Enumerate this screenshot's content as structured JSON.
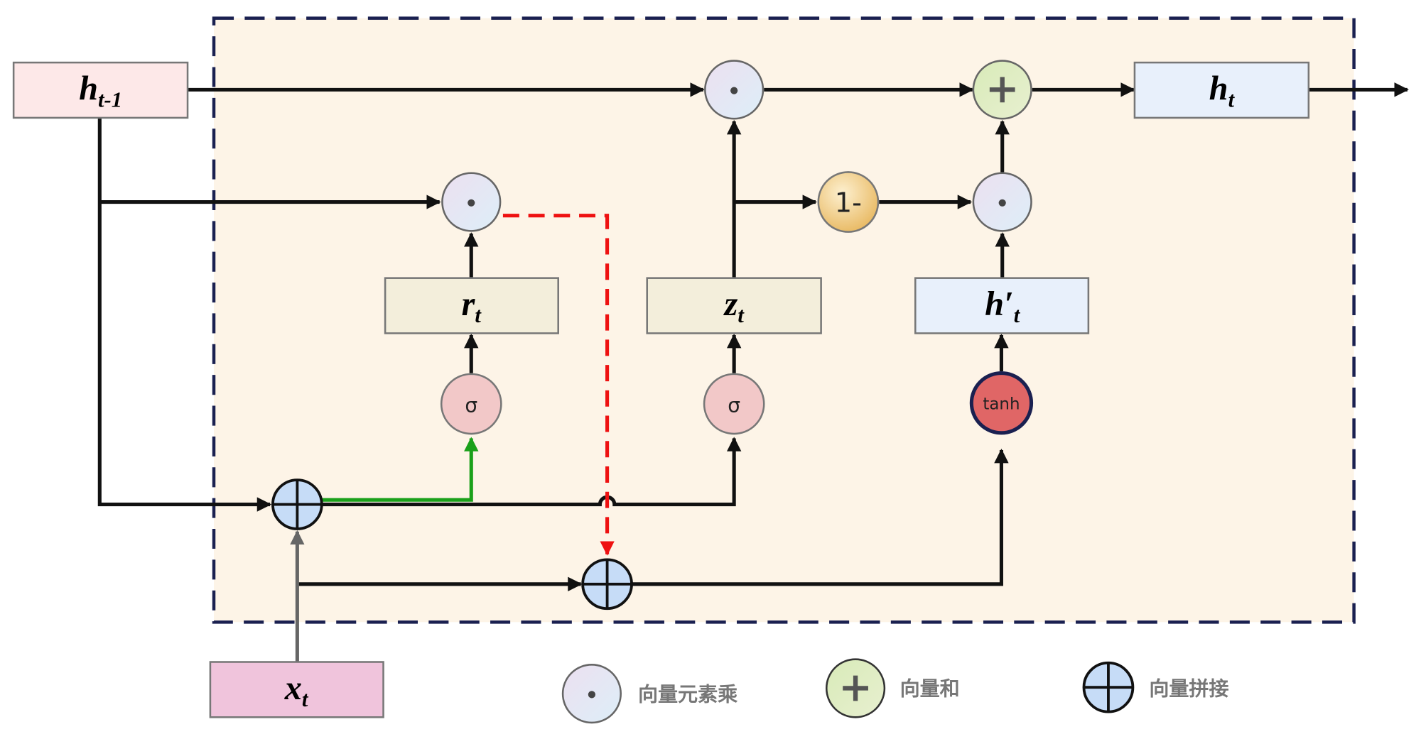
{
  "nodes": {
    "h_prev": {
      "main": "h",
      "sub": "t-1"
    },
    "h_t": {
      "main": "h",
      "sub": "t"
    },
    "r_t": {
      "main": "r",
      "sub": "t"
    },
    "z_t": {
      "main": "z",
      "sub": "t"
    },
    "h_cand": {
      "main": "h′",
      "sub": "t"
    },
    "x_t": {
      "main": "x",
      "sub": "t"
    },
    "sigma_r": "σ",
    "sigma_z": "σ",
    "tanh": "tanh",
    "one_minus": "1-"
  },
  "legend": [
    {
      "icon": "elementwise-multiply-icon",
      "label": "向量元素乘"
    },
    {
      "icon": "vector-add-icon",
      "label": "向量和"
    },
    {
      "icon": "vector-concat-icon",
      "label": "向量拼接"
    }
  ],
  "colors": {
    "frame_fill": "#fdf4e7",
    "frame_stroke": "#1a2050",
    "reset_path": "#1aa01a",
    "dashed_path": "#ee1111",
    "tanh_fill": "#e06666",
    "sigma_fill": "#f2c8c8"
  }
}
